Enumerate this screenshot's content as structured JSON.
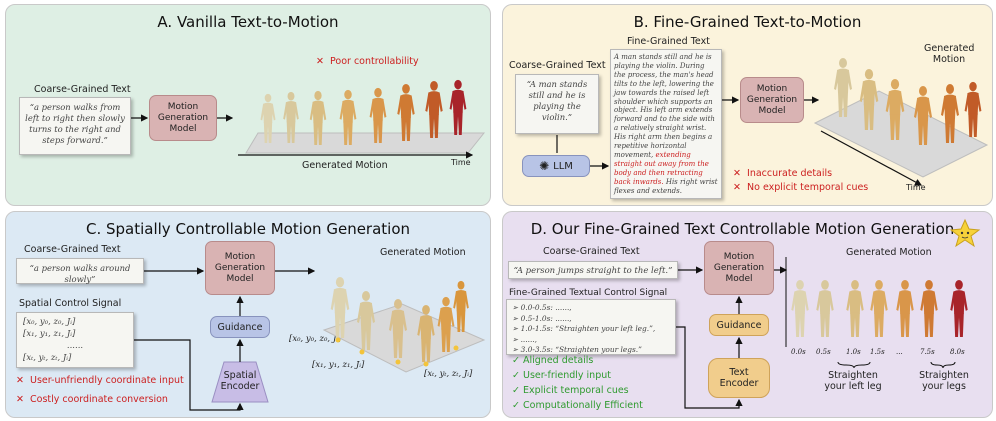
{
  "panelA": {
    "title": "A. Vanilla Text-to-Motion",
    "coarse_label": "Coarse-Grained Text",
    "coarse_text": "“a person walks from left to right then slowly turns to the right and steps forward.”",
    "model": "Motion Generation Model",
    "issue": "Poor controllability",
    "generated_label": "Generated Motion",
    "time_label": "Time"
  },
  "panelB": {
    "title": "B. Fine-Grained Text-to-Motion",
    "coarse_label": "Coarse-Grained Text",
    "coarse_text": "“A man stands still and he is playing the violin.”",
    "fine_label": "Fine-Grained Text",
    "fine_text_a": "A man stands still and he is playing the violin. During the process, the man's head tilts to the left, lowering the jaw towards the raised left shoulder which supports an object. His left arm extends forward and to the side with a relatively straight wrist. His right arm then begins a repetitive horizontal movement, ",
    "fine_text_red": "extending straight out away from the body and then retracting back inwards.",
    "fine_text_b": " His right wrist flexes and extends.",
    "llm": "LLM",
    "model": "Motion Generation Model",
    "generated_label": "Generated Motion",
    "issues": [
      "Inaccurate details",
      "No explicit temporal cues"
    ],
    "time_label": "Time"
  },
  "panelC": {
    "title": "C. Spatially Controllable Motion Generation",
    "coarse_label": "Coarse-Grained Text",
    "coarse_text": "“a person walks around slowly”",
    "signal_label": "Spatial Control Signal",
    "signal_rows": [
      "[x₀, y₀, z₀, Jᵢ]",
      "[x₁, y₁, z₁, Jᵢ]",
      "......",
      "[xₜ, yₜ, zₜ, Jᵢ]"
    ],
    "model": "Motion Generation Model",
    "guidance": "Guidance",
    "encoder": "Spatial Encoder",
    "generated_label": "Generated Motion",
    "coords": [
      "[x₀, y₀, z₀, Jᵢ]",
      "[x₁, y₁, z₁, Jᵢ]",
      "[xₜ, yₜ, zₜ, Jᵢ]"
    ],
    "issues": [
      "User-unfriendly coordinate input",
      "Costly coordinate conversion"
    ]
  },
  "panelD": {
    "title": "D. Our Fine-Grained Text Controllable Motion Generation",
    "coarse_label": "Coarse-Grained Text",
    "coarse_text": "“A person jumps straight to the left.”",
    "signal_label": "Fine-Grained Textual Control Signal",
    "signal_rows": [
      "0.0-0.5s: ......,",
      "0.5-1.0s: ......,",
      "1.0-1.5s: “Straighten your left leg.”,",
      "......,",
      "3.0-3.5s: “Straighten your legs.”"
    ],
    "model": "Motion Generation Model",
    "guidance": "Guidance",
    "encoder": "Text Encoder",
    "generated_label": "Generated Motion",
    "times": [
      "0.0s",
      "0.5s",
      "1.0s",
      "1.5s",
      "...",
      "7.5s",
      "8.0s"
    ],
    "caption_left": "Straighten your left leg",
    "caption_right": "Straighten your legs",
    "benefits": [
      "Aligned details",
      "User-friendly input",
      "Explicit temporal cues",
      "Computationally Efficient"
    ]
  },
  "colors": {
    "bad": "#cc1f1f",
    "good": "#2f9a2f",
    "model": "#d9b3b3",
    "guidance": "#f1cd8c",
    "encoder": "#b8c4e6"
  },
  "icons": [
    "cross-icon",
    "check-icon",
    "star-icon",
    "llm-logo-icon",
    "arrow-icon",
    "human-figure-icon"
  ]
}
